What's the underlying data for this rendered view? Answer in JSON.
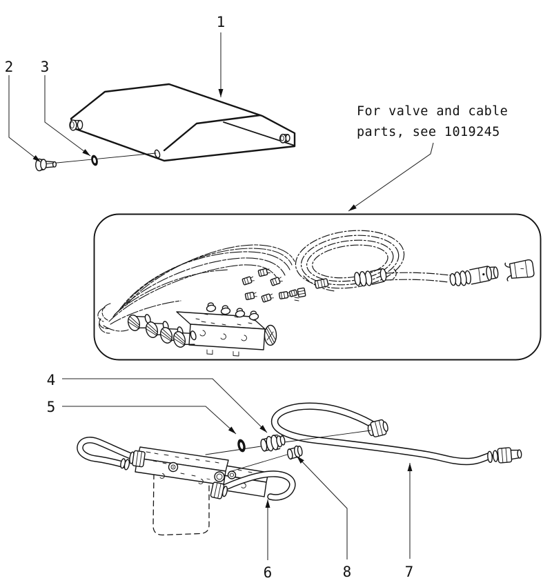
{
  "note": {
    "line1": "For valve and cable",
    "line2": "parts, see 1019245"
  },
  "callouts": [
    {
      "label": "1"
    },
    {
      "label": "2"
    },
    {
      "label": "3"
    },
    {
      "label": "4"
    },
    {
      "label": "5"
    },
    {
      "label": "6"
    },
    {
      "label": "7"
    },
    {
      "label": "8"
    }
  ],
  "colors": {
    "line": "#141414",
    "background": "#ffffff"
  }
}
